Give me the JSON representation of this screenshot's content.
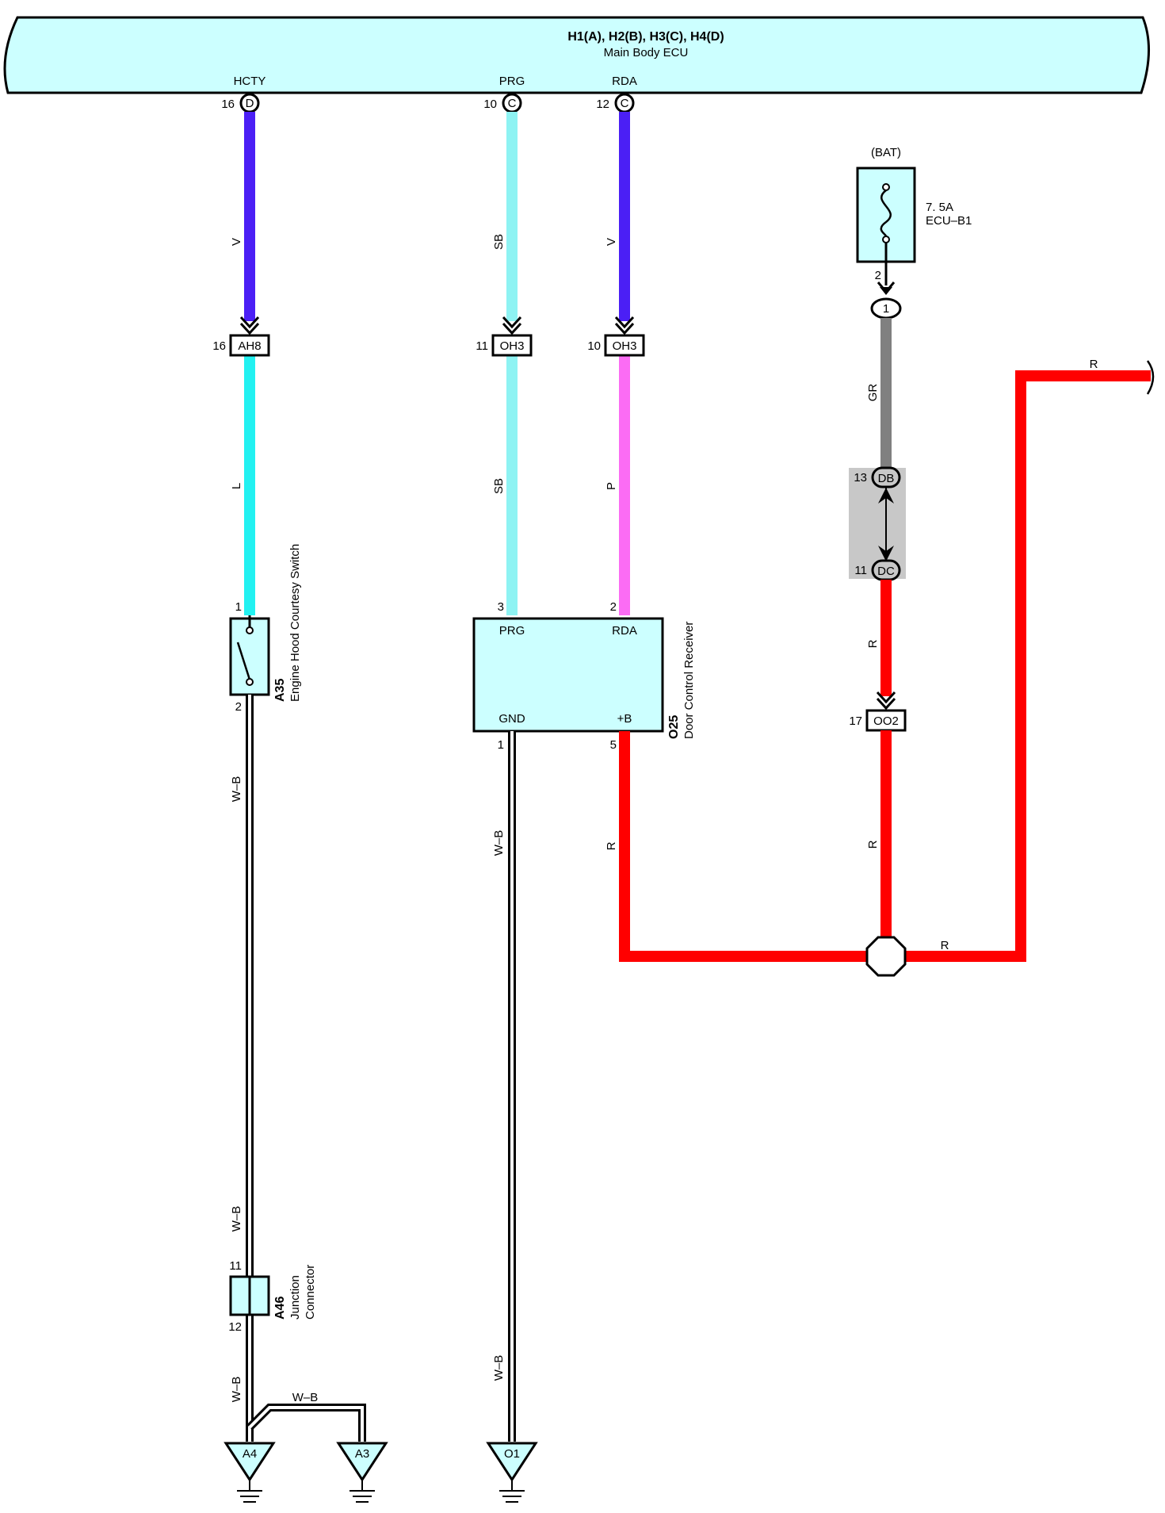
{
  "ecu": {
    "connectors": "H1(A), H2(B), H3(C), H4(D)",
    "name": "Main Body ECU",
    "pins": [
      {
        "signal": "HCTY",
        "pin": "16",
        "conn": "D"
      },
      {
        "signal": "PRG",
        "pin": "10",
        "conn": "C"
      },
      {
        "signal": "RDA",
        "pin": "12",
        "conn": "C"
      }
    ]
  },
  "fuse": {
    "source": "(BAT)",
    "rating": "7. 5A",
    "name": "ECU–B1",
    "pin_out": "2",
    "junction": "1"
  },
  "wire_colors": {
    "V": "#4b1ff5",
    "SB": "#8ef3f3",
    "L": "#22f1f1",
    "P": "#fb6cf4",
    "GR": "#808080",
    "R": "#ff0000",
    "W-B": "#000000"
  },
  "wire_labels": {
    "hcty_upper": "V",
    "prg_upper": "SB",
    "rda_upper": "V",
    "hcty_lower": "L",
    "prg_lower": "SB",
    "rda_lower": "P",
    "gr": "GR",
    "r_db_dc": "R",
    "r_oo2": "R",
    "r_bplus": "R",
    "r_bottom": "R",
    "r_top": "R",
    "wb_a35": "W–B",
    "wb_a46_top": "W–B",
    "wb_a46_bottom": "W–B",
    "wb_a3": "W–B",
    "wb_o25_top": "W–B",
    "wb_o25_bottom": "W–B"
  },
  "inline_connectors": [
    {
      "id": "AH8",
      "pin": "16"
    },
    {
      "id": "OH3",
      "pin": "11"
    },
    {
      "id": "OH3",
      "pin": "10"
    },
    {
      "id": "DB",
      "pin": "13"
    },
    {
      "id": "DC",
      "pin": "11"
    },
    {
      "id": "OO2",
      "pin": "17"
    }
  ],
  "switch": {
    "code": "A35",
    "name": "Engine Hood Courtesy Switch",
    "pin_top": "1",
    "pin_bottom": "2"
  },
  "receiver": {
    "code": "O25",
    "name": "Door Control Receiver",
    "terms": {
      "prg": "PRG",
      "rda": "RDA",
      "gnd": "GND",
      "bplus": "+B"
    },
    "pins": {
      "prg": "3",
      "rda": "2",
      "gnd": "1",
      "bplus": "5"
    }
  },
  "junction": {
    "code": "A46",
    "name": "Junction",
    "name2": "Connector",
    "pin_top": "11",
    "pin_bottom": "12"
  },
  "grounds": [
    "A4",
    "A3",
    "O1"
  ]
}
